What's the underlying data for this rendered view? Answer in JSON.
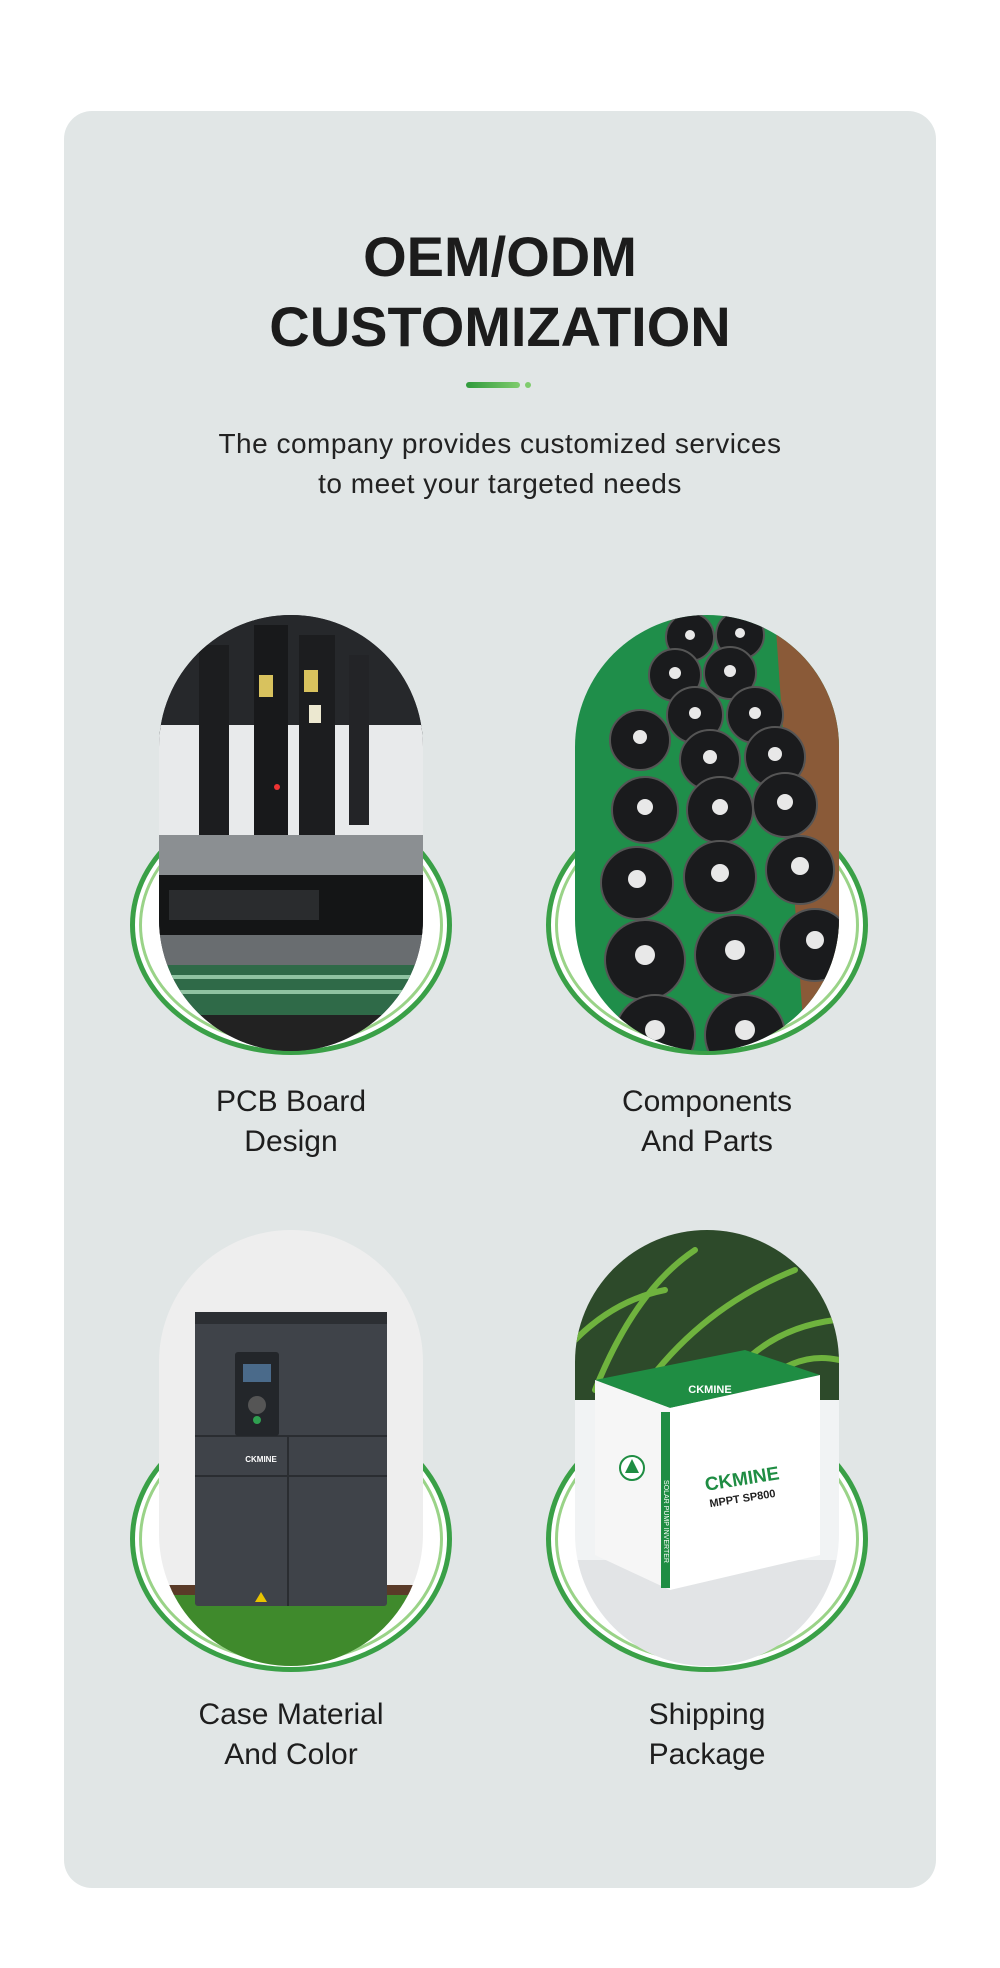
{
  "header": {
    "title_line1": "OEM/ODM",
    "title_line2": "CUSTOMIZATION",
    "subtitle_line1": "The company provides customized services",
    "subtitle_line2": "to meet your targeted needs"
  },
  "items": [
    {
      "line1": "PCB Board",
      "line2": "Design"
    },
    {
      "line1": "Components",
      "line2": "And Parts"
    },
    {
      "line1": "Case Material",
      "line2": "And Color"
    },
    {
      "line1": "Shipping",
      "line2": "Package"
    }
  ],
  "branding": {
    "box_logo": "CKMINE",
    "box_model": "MPPT SP800",
    "box_side": "SOLAR PUMP INVERTER",
    "inverter_logo": "CKMINE"
  },
  "colors": {
    "accent": "#3aa047",
    "accent_light": "#7fcc6d",
    "card_bg": "#e1e6e6"
  }
}
